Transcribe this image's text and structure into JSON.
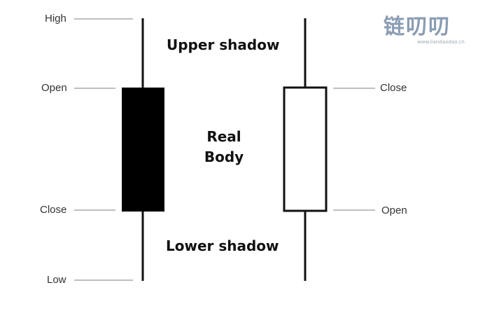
{
  "labels": {
    "high": "High",
    "open_left": "Open",
    "close_left": "Close",
    "low": "Low",
    "close_right": "Close",
    "open_right": "Open"
  },
  "titles": {
    "upper_shadow": "Upper shadow",
    "real_body_line1": "Real",
    "real_body_line2": "Body",
    "lower_shadow": "Lower shadow"
  },
  "candles": {
    "bearish": {
      "fill": "#000000",
      "open": "Open",
      "close": "Close"
    },
    "bullish": {
      "fill": "#ffffff",
      "open": "Open",
      "close": "Close"
    }
  },
  "colors": {
    "line": "#111111",
    "leader": "#999999",
    "logo": "#8a9db3"
  },
  "logo": {
    "main": "链叨叨",
    "sub": "www.liandaodao.cn"
  }
}
